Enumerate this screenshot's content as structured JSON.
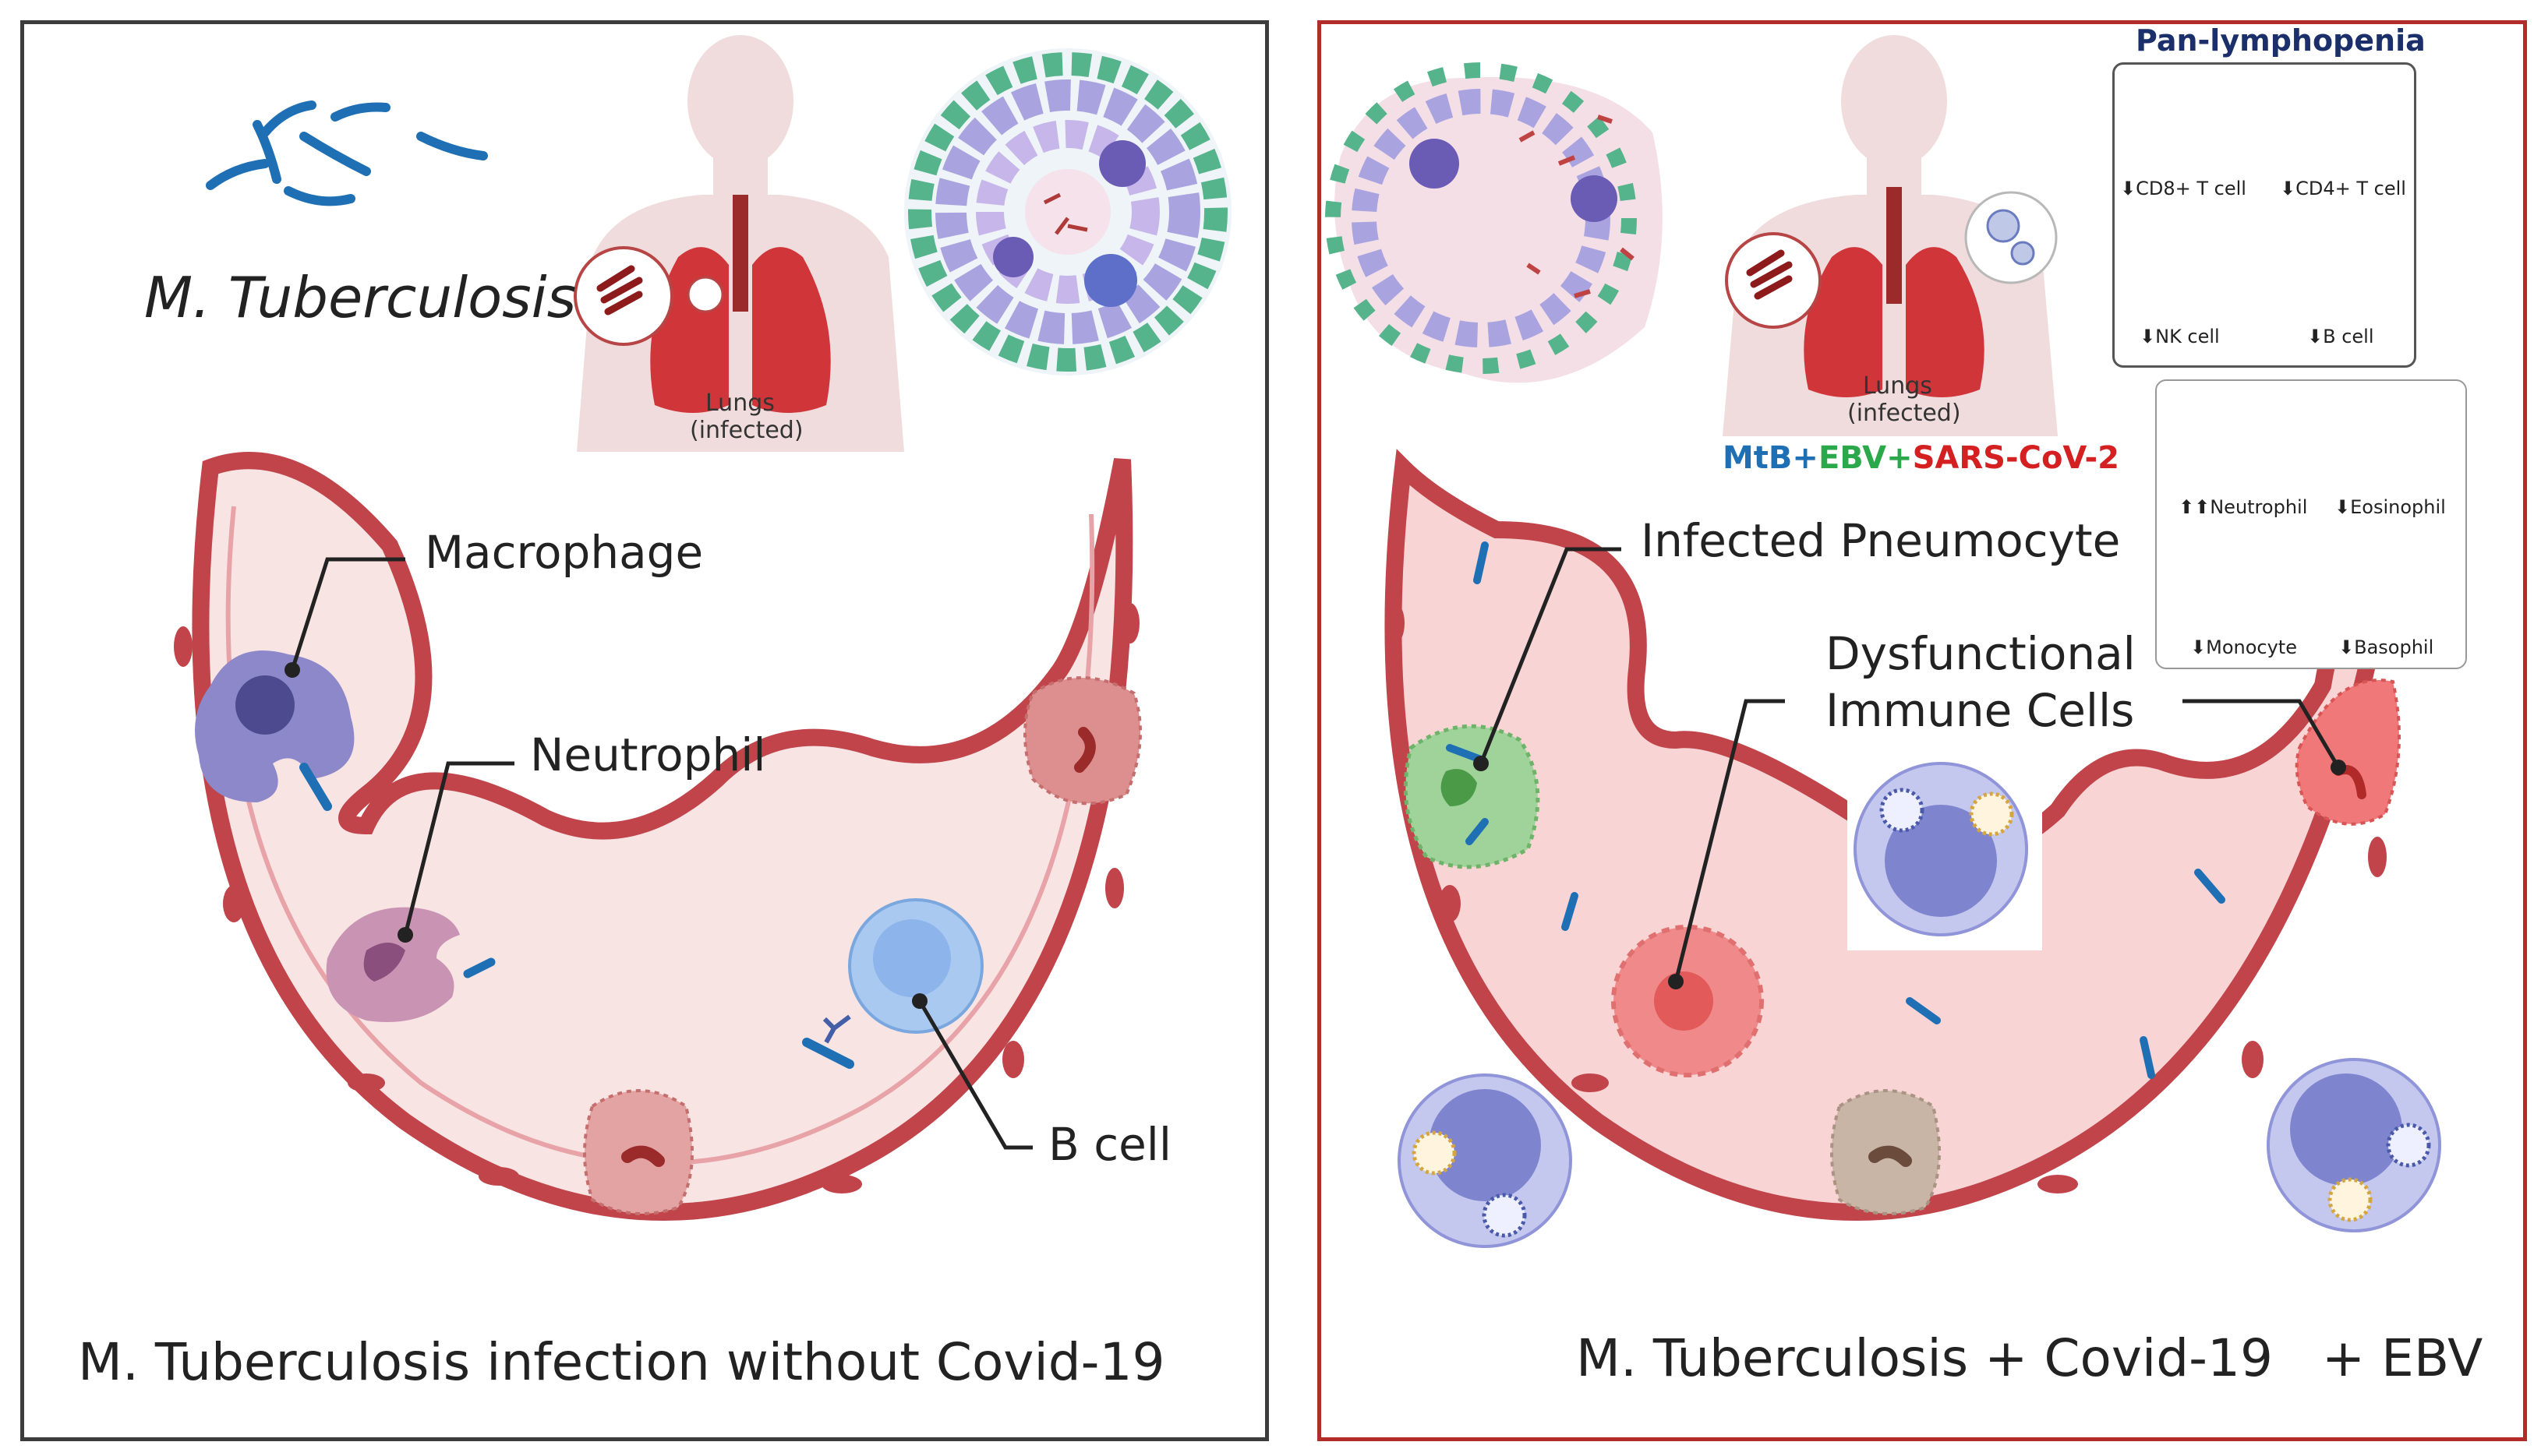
{
  "left_panel": {
    "species_label": "M. Tuberculosis",
    "lungs_label_1": "Lungs",
    "lungs_label_2": "(infected)",
    "macrophage_label": "Macrophage",
    "neutrophil_label": "Neutrophil",
    "bcell_label": "B cell",
    "caption": "M. Tuberculosis infection without Covid-19"
  },
  "right_panel": {
    "lungs_label_1": "Lungs",
    "lungs_label_2": "(infected)",
    "coinfection_parts": [
      "MtB+",
      "EBV+",
      "SARS-CoV-2"
    ],
    "infected_pneumocyte_label": "Infected Pneumocyte",
    "dysfunctional_label_1": "Dysfunctional",
    "dysfunctional_label_2": "Immune Cells",
    "caption": "M. Tuberculosis + Covid-19   + EBV",
    "lymphopenia_title": "Pan-lymphopenia",
    "lymphopenia_cells": [
      "⬇CD8+ T cell",
      "⬇CD4+ T cell",
      "⬇NK cell",
      "⬇B cell"
    ],
    "granulocyte_cells": [
      "⬆⬆Neutrophil",
      "⬇Eosinophil",
      "⬇Monocyte",
      "⬇Basophil"
    ]
  },
  "colors": {
    "left_border": "#3c3c3c",
    "right_border": "#b22c2c",
    "mtb_blue": "#1f6fb5",
    "ebv_green": "#2aa84a",
    "sars_red": "#d42020",
    "title_navy": "#1b2f6b"
  }
}
